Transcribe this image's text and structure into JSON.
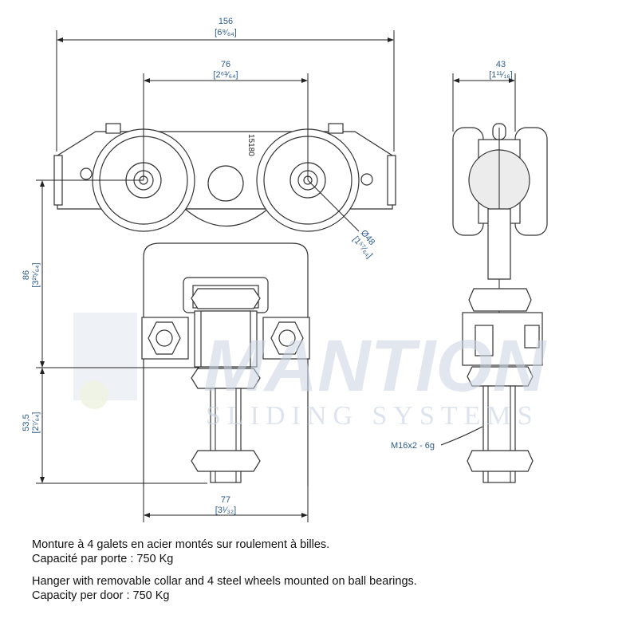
{
  "drawing": {
    "dimensions": {
      "overall_width": {
        "mm": "156",
        "inch": "[6⁹⁄₆₄]"
      },
      "wheel_spacing": {
        "mm": "76",
        "inch": "[2⁶³⁄₆₄]"
      },
      "side_width": {
        "mm": "43",
        "inch": "[1¹¹⁄₁₆]"
      },
      "height_upper": {
        "mm": "86",
        "inch": "[3²⁵⁄₆₄]"
      },
      "height_lower": {
        "mm": "53,5",
        "inch": "[2⁷⁄₆₄]"
      },
      "plate_width": {
        "mm": "77",
        "inch": "[3¹⁄₃₂]"
      },
      "wheel_diameter": {
        "mm": "Ø48",
        "inch": "[1⁵⁷⁄₆₄]"
      }
    },
    "thread_label": "M16x2 - 6g",
    "part_number": "15180",
    "watermark": {
      "brand": "MANTION",
      "tagline": "SLIDING SYSTEMS"
    },
    "colors": {
      "dimension_text": "#2e5d8f",
      "watermark": "#dfe5ee"
    }
  },
  "captions": {
    "fr_line1": "Monture à 4 galets en acier montés sur roulement à billes.",
    "fr_line2": "Capacité par porte : 750 Kg",
    "en_line1": "Hanger with removable collar and 4 steel wheels mounted on ball bearings.",
    "en_line2": "Capacity per door : 750 Kg"
  }
}
